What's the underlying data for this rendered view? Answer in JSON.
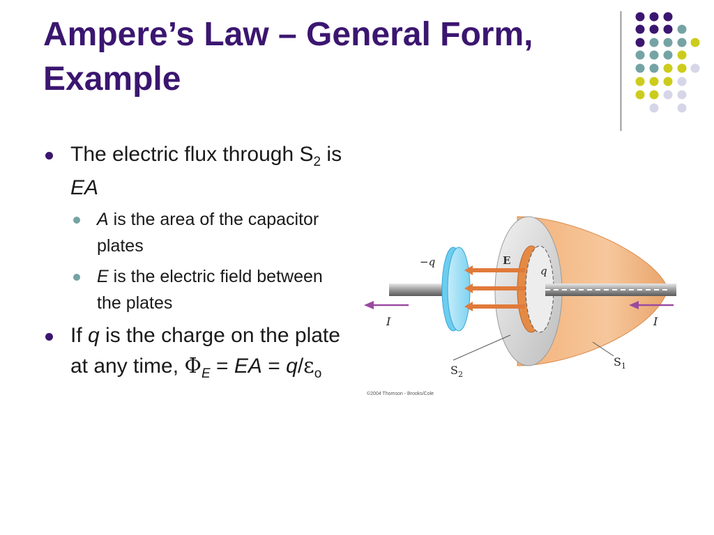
{
  "slide": {
    "title": "Ampere’s Law – General Form, Example"
  },
  "theme": {
    "title_color": "#3b1670",
    "accent_purple": "#3b1670",
    "accent_teal": "#75a3a4",
    "accent_yellow": "#cccc1d",
    "accent_lavender": "#d6d6e8"
  },
  "bullets": {
    "b1": {
      "text1": "The electric flux through S",
      "sub": "2",
      "text2": " is ",
      "italic": "EA"
    },
    "b1a": {
      "italic": "A",
      "text": " is the area of the capacitor plates"
    },
    "b1b": {
      "italic": "E",
      "text": " is the electric field between the plates"
    },
    "b2": {
      "text1": "If ",
      "italic_q": "q",
      "text2": " is the charge on the plate at any time, ",
      "phi": "Φ",
      "phi_sub": "E",
      "eq1": " = ",
      "italic_ea": "EA",
      "eq2": " = ",
      "italic_q2": "q",
      "slash": "/",
      "eps": "ε",
      "eps_sub": "o"
    }
  },
  "figure": {
    "label_minus_q": "−q",
    "label_E": "E",
    "label_q": "q",
    "label_I_left": "I",
    "label_I_right": "I",
    "label_S2": "S",
    "label_S2_sub": "2",
    "label_S1": "S",
    "label_S1_sub": "1",
    "copyright": "©2004 Thomson - Brooks/Cole"
  }
}
